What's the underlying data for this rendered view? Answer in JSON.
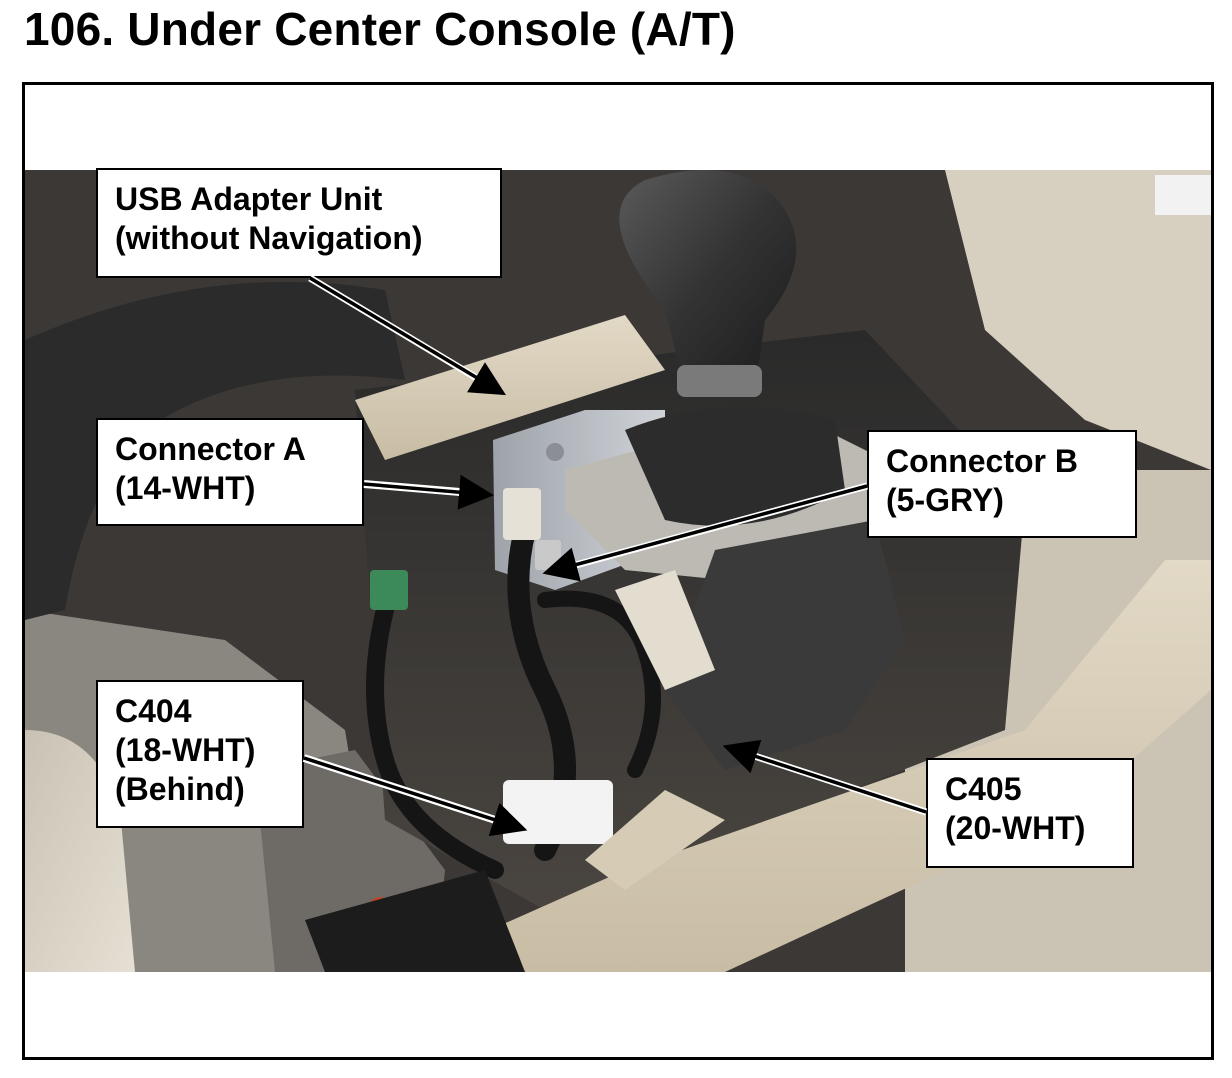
{
  "title": "106.  Under Center Console (A/T)",
  "callouts": {
    "usb": {
      "line1": "USB Adapter Unit",
      "line2": "(without Navigation)"
    },
    "connector_a": {
      "line1": "Connector A",
      "line2": "(14-WHT)"
    },
    "connector_b": {
      "line1": "Connector B",
      "line2": "(5-GRY)"
    },
    "c404": {
      "line1": "C404",
      "line2": "(18-WHT)",
      "line3": "(Behind)"
    },
    "c405": {
      "line1": "C405",
      "line2": "(20-WHT)"
    }
  },
  "colors": {
    "upholstery": "#d9d1c2",
    "console_trim": "#cfc4ad",
    "dark_interior": "#1e1e1e",
    "metal_bracket": "#b8bcc2",
    "shift_knob": "#3a3a3a"
  }
}
